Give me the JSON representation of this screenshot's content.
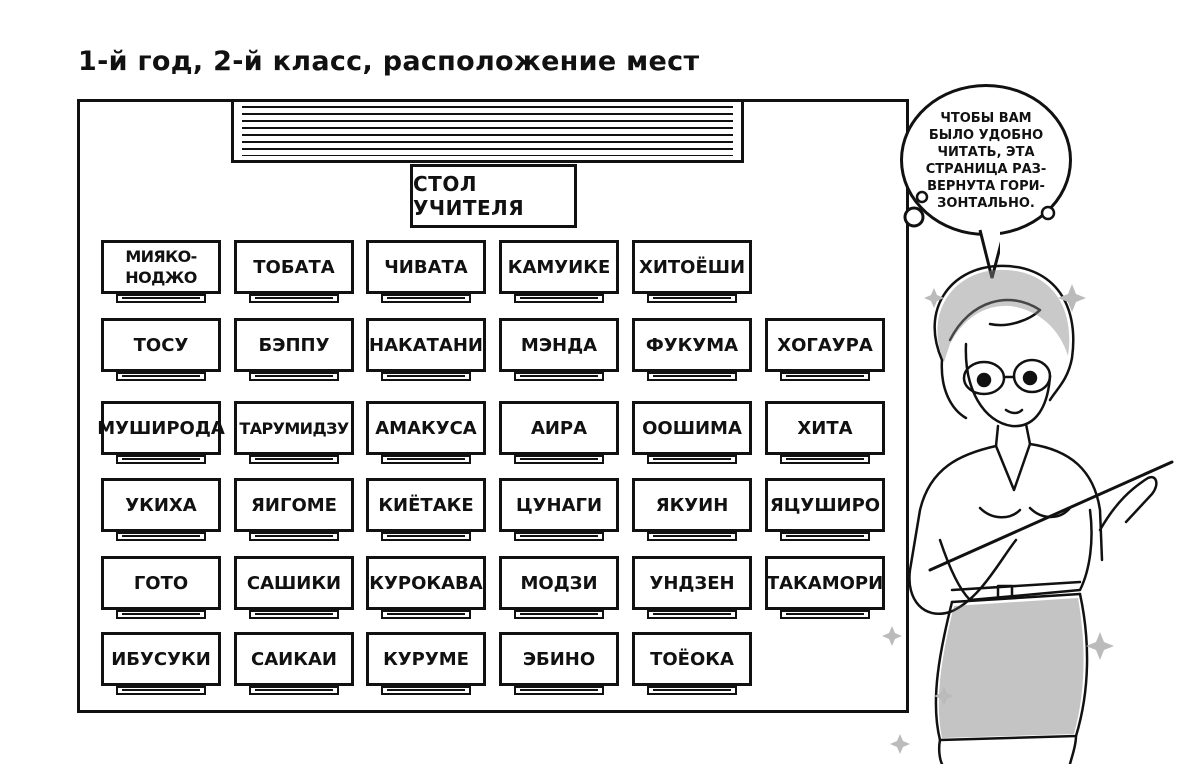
{
  "title": "1-й год, 2-й класс, расположение мест",
  "teacher_desk": "СТОЛ УЧИТЕЛЯ",
  "seats": [
    [
      "МИЯКО-\nНОДЖО",
      "ТОБАТА",
      "ЧИВАТА",
      "КАМУИКЕ",
      "ХИТОЁШИ"
    ],
    [
      "ТОСУ",
      "БЭППУ",
      "НАКАТАНИ",
      "МЭНДА",
      "ФУКУМА",
      "ХОГАУРА"
    ],
    [
      "МУШИРОДА",
      "ТАРУМИДЗУ",
      "АМАКУСА",
      "АИРА",
      "ООШИМА",
      "ХИТА"
    ],
    [
      "УКИХА",
      "ЯИГОМЕ",
      "КИЁТАКЕ",
      "ЦУНАГИ",
      "ЯКУИН",
      "ЯЦУШИРО"
    ],
    [
      "ГОТО",
      "САШИКИ",
      "КУРОКАВА",
      "МОДЗИ",
      "УНДЗЕН",
      "ТАКАМОРИ"
    ],
    [
      "ИБУСУКИ",
      "САИКАИ",
      "КУРУМЕ",
      "ЭБИНО",
      "ТОЁОКА"
    ]
  ],
  "speech_bubble": "ЧТОБЫ ВАМ\nБЫЛО УДОБНО\nЧИТАТЬ, ЭТА\nСТРАНИЦА РАЗ-\nВЕРНУТА ГОРИ-\nЗОНТАЛЬНО."
}
